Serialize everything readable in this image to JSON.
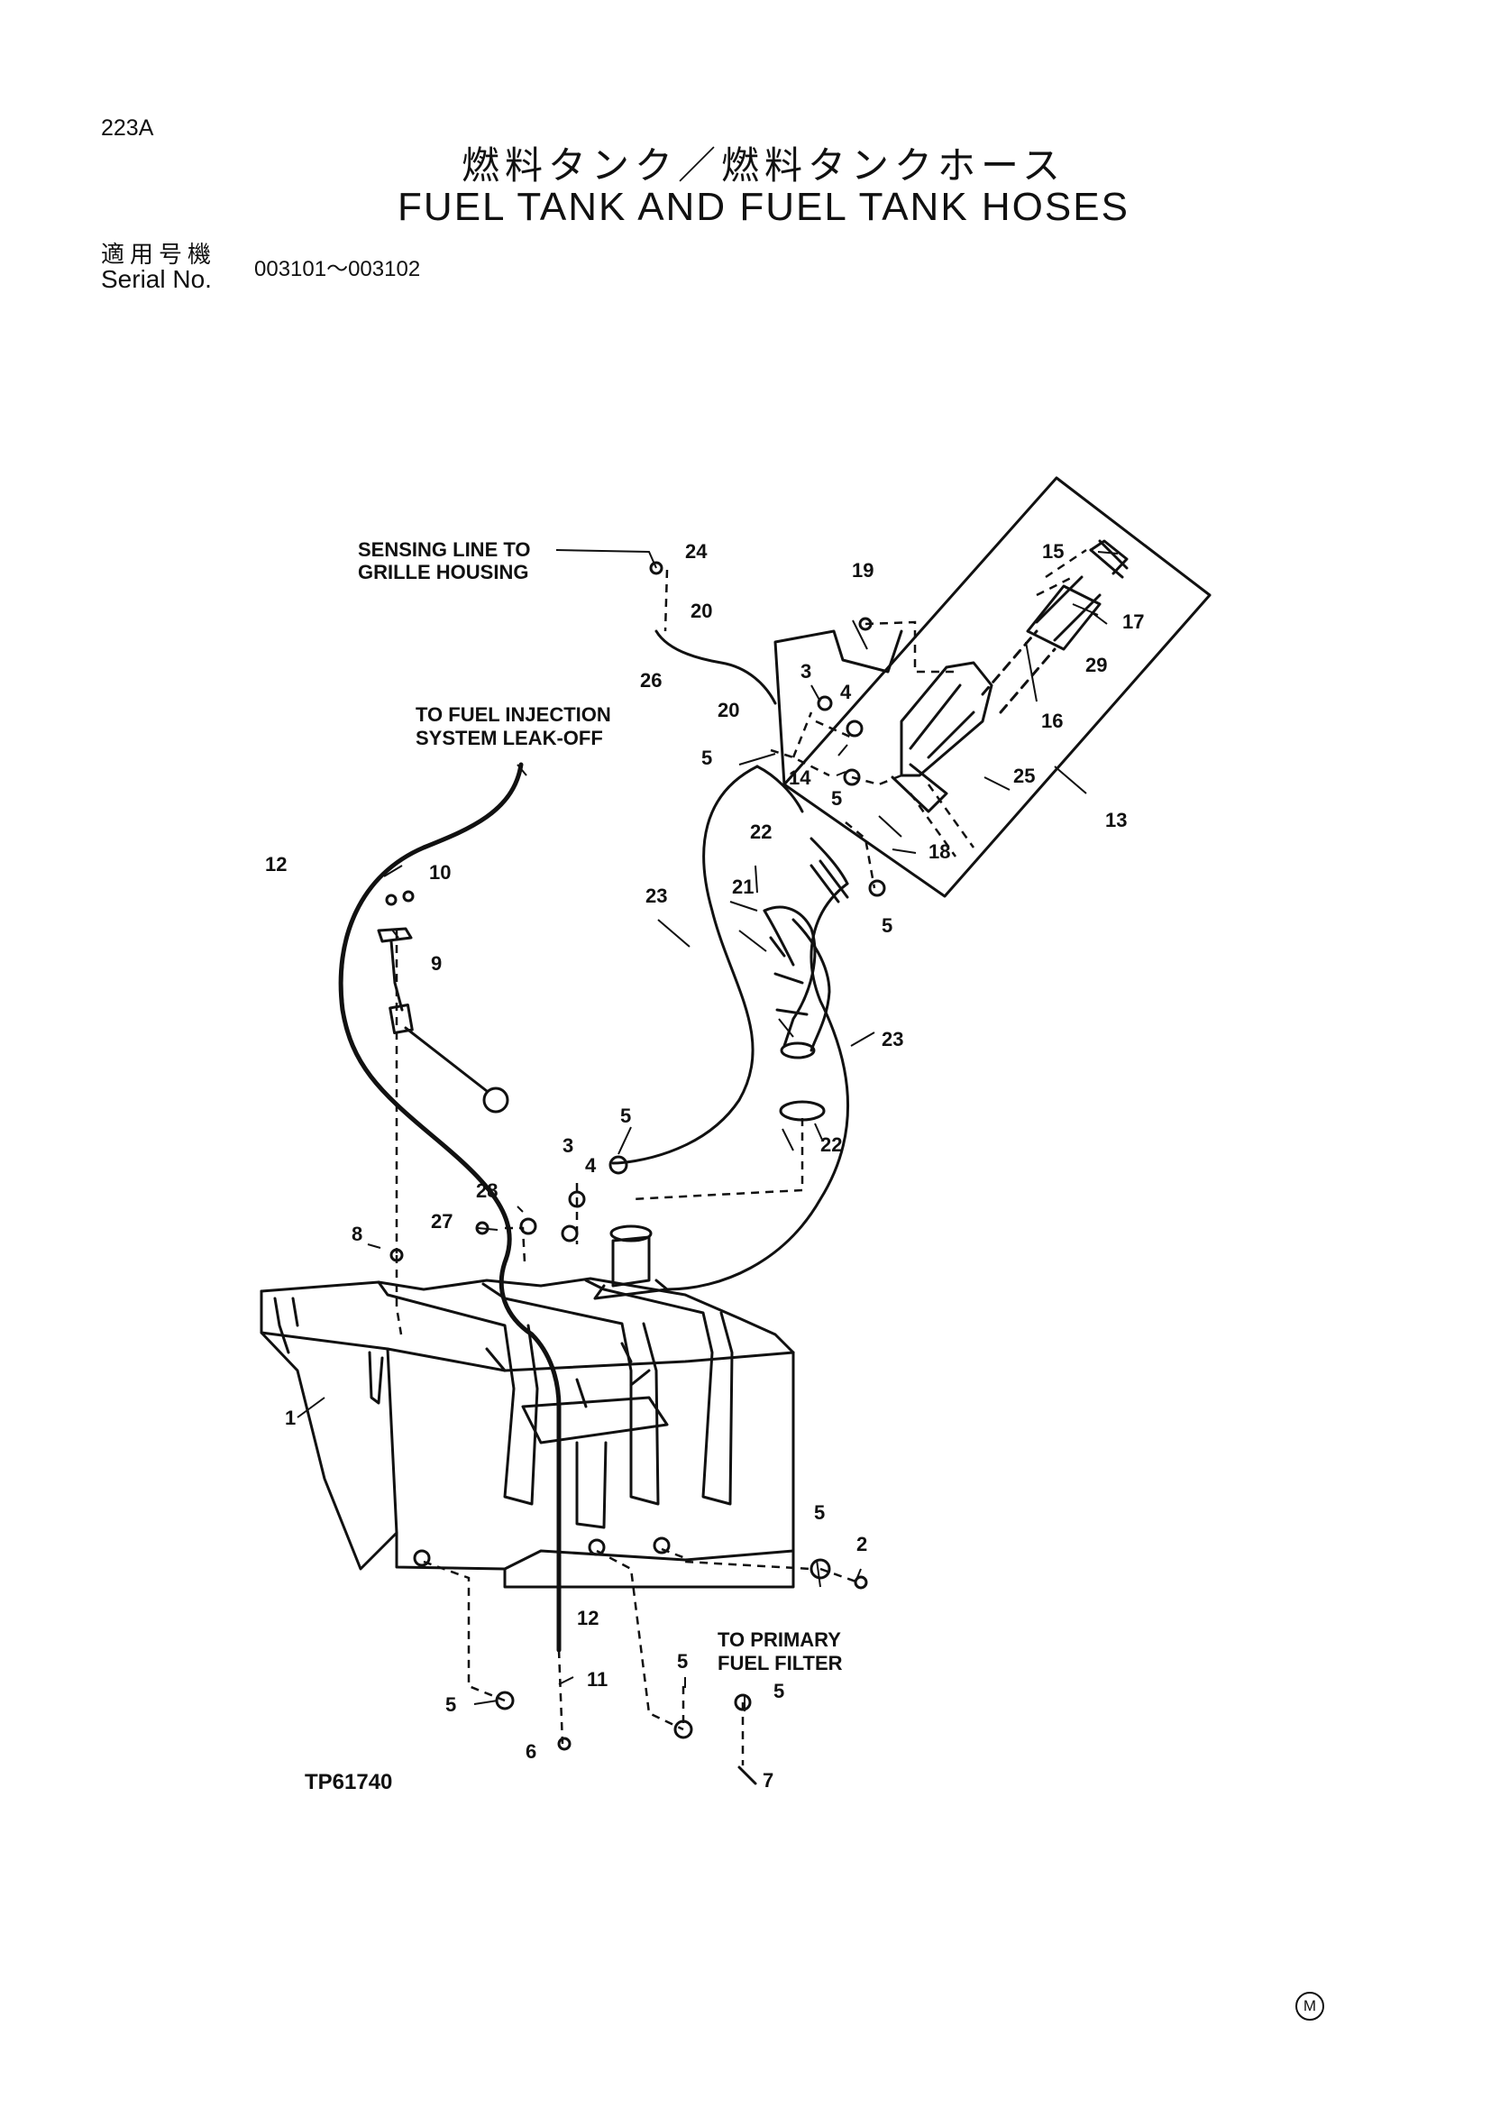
{
  "header": {
    "page_code": "223A",
    "title_jp": "燃料タンク／燃料タンクホース",
    "title_en": "FUEL TANK AND FUEL TANK HOSES",
    "serial_label_jp": "適用号機",
    "serial_label_en": "Serial No.",
    "serial_range": "003101～003102"
  },
  "callouts": {
    "sensing_line": [
      "SENSING LINE TO",
      "GRILLE HOUSING"
    ],
    "fuel_injection": [
      "TO FUEL INJECTION",
      "SYSTEM LEAK-OFF"
    ],
    "primary_filter": [
      "TO PRIMARY",
      "FUEL FILTER"
    ]
  },
  "part_numbers": [
    "1",
    "2",
    "3",
    "3",
    "4",
    "4",
    "5",
    "5",
    "5",
    "5",
    "5",
    "5",
    "5",
    "5",
    "6",
    "7",
    "8",
    "9",
    "10",
    "11",
    "12",
    "12",
    "13",
    "14",
    "15",
    "16",
    "17",
    "18",
    "19",
    "20",
    "20",
    "21",
    "22",
    "22",
    "23",
    "23",
    "24",
    "25",
    "26",
    "27",
    "28",
    "29"
  ],
  "figure_code": "TP61740",
  "footer_mark": "M"
}
